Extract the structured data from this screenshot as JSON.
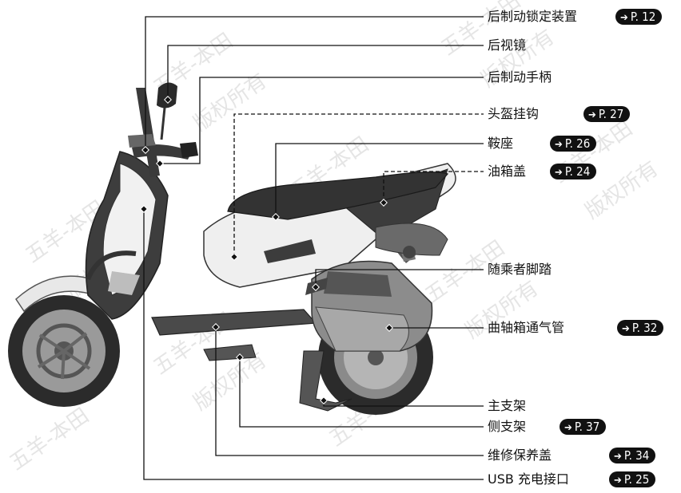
{
  "colors": {
    "line": "#111111",
    "body_white": "#f2f2f2",
    "body_dark": "#3a3a3a",
    "watermark": "#c8c8c8"
  },
  "watermark": {
    "line1": "五羊-本田",
    "line2": "版权所有"
  },
  "callouts": [
    {
      "id": "rear-brake-lock",
      "label": "后制动锁定装置",
      "ref": "P. 12"
    },
    {
      "id": "mirror",
      "label": "后视镜",
      "ref": ""
    },
    {
      "id": "rear-brake-lever",
      "label": "后制动手柄",
      "ref": ""
    },
    {
      "id": "helmet-hook",
      "label": "头盔挂钩",
      "ref": "P. 27"
    },
    {
      "id": "seat",
      "label": "鞍座",
      "ref": "P. 26"
    },
    {
      "id": "fuel-cap",
      "label": "油箱盖",
      "ref": "P. 24"
    },
    {
      "id": "passenger-footpeg",
      "label": "随乘者脚踏",
      "ref": ""
    },
    {
      "id": "crankcase-breather",
      "label": "曲轴箱通气管",
      "ref": "P. 32"
    },
    {
      "id": "main-stand",
      "label": "主支架",
      "ref": ""
    },
    {
      "id": "side-stand",
      "label": "侧支架",
      "ref": "P. 37"
    },
    {
      "id": "maintenance-cover",
      "label": "维修保养盖",
      "ref": "P. 34"
    },
    {
      "id": "usb-port",
      "label": "USB 充电接口",
      "ref": "P. 25"
    }
  ]
}
